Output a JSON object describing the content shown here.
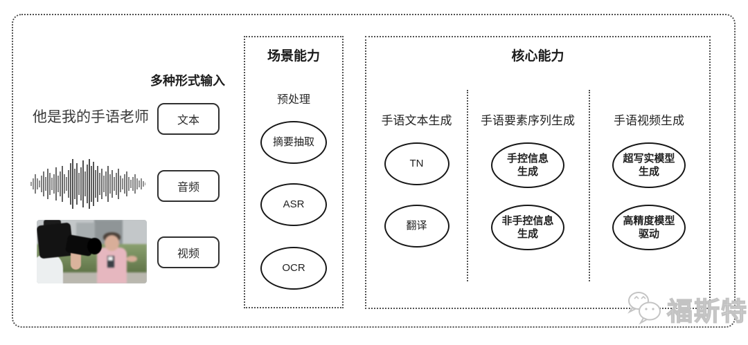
{
  "input_section": {
    "header": "多种形式输入",
    "sample_text": "他是我的手语老师",
    "types": [
      {
        "label": "文本"
      },
      {
        "label": "音频"
      },
      {
        "label": "视频"
      }
    ],
    "waveform_icon": "audio-waveform-icon",
    "photo_icon": "reporter-filming-photo"
  },
  "scene_box": {
    "title": "场景能力",
    "group_label": "预处理",
    "nodes": [
      "摘要抽取",
      "ASR",
      "OCR"
    ]
  },
  "core_box": {
    "title": "核心能力",
    "columns": [
      {
        "header": "手语文本生成",
        "nodes": [
          "TN",
          "翻译"
        ]
      },
      {
        "header": "手语要素序列生成",
        "nodes": [
          "手控信息\n生成",
          "非手控信息\n生成"
        ]
      },
      {
        "header": "手语视频生成",
        "nodes": [
          "超写实模型\n生成",
          "高精度模型\n驱动"
        ]
      }
    ]
  },
  "watermark": {
    "text": "福斯特",
    "icon": "wechat-chat-bubbles-icon"
  },
  "colors": {
    "ink": "#2b2b2b",
    "dotted_border": "#4f4f4f",
    "ellipse_border": "#161616",
    "watermark_gray": "#c3c3c3"
  }
}
